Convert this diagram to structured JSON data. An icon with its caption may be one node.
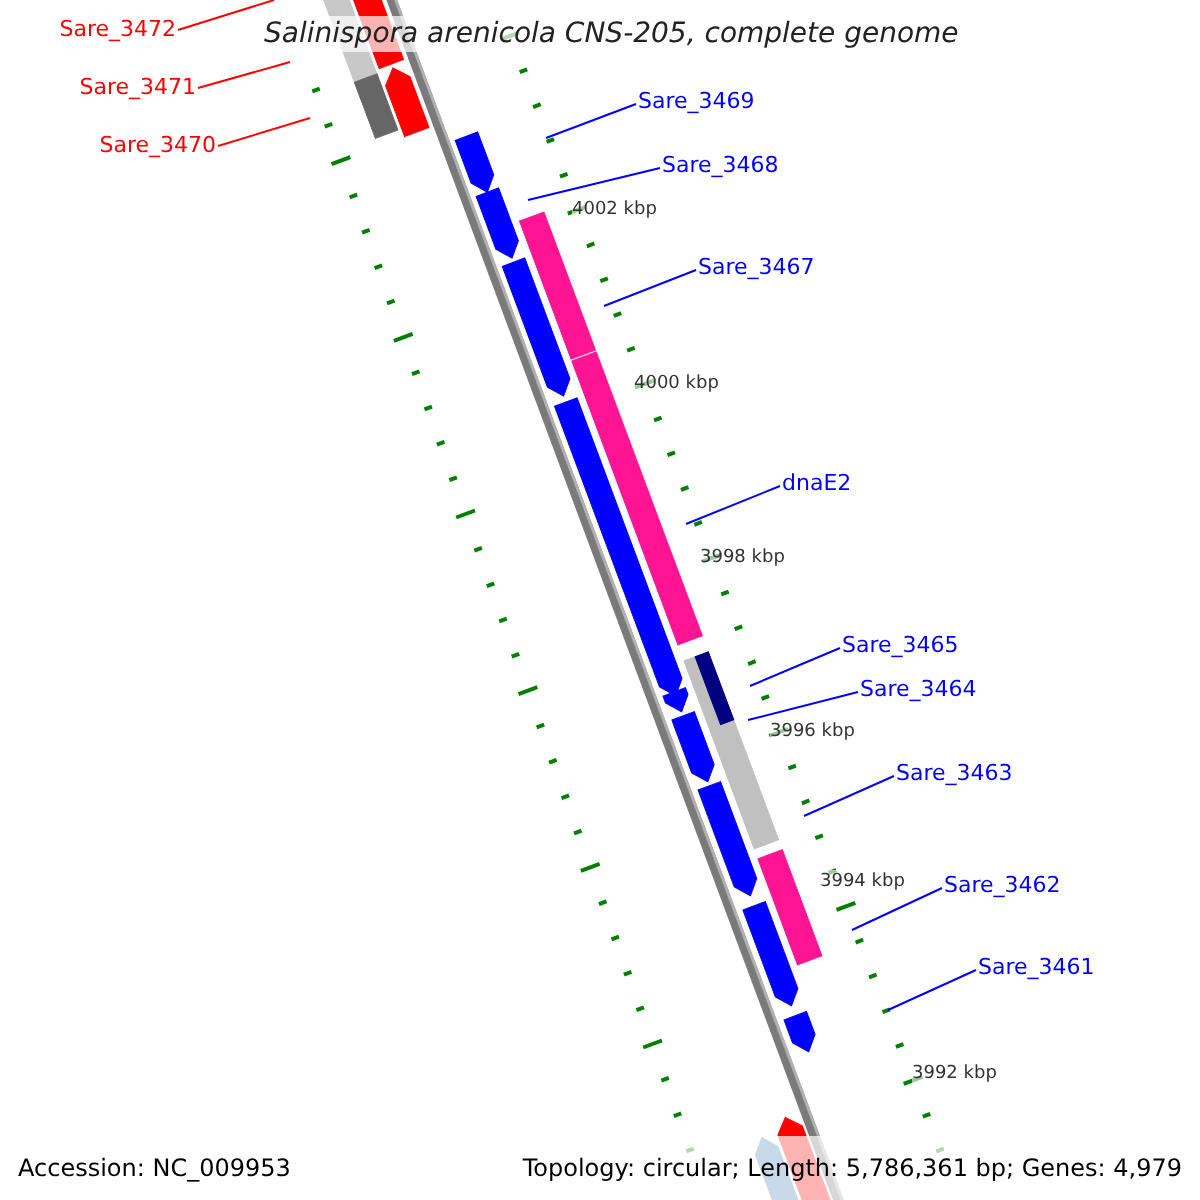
{
  "diagram": {
    "title": "Salinispora arenicola CNS-205, complete genome",
    "nodes": [
      {
        "text": [
          "Sare_3472"
        ]
      },
      {
        "text": [
          "Sare_3471"
        ]
      },
      {
        "text": [
          "Sare_3470"
        ]
      },
      {
        "text": [
          "Sare_3469"
        ]
      },
      {
        "text": [
          "Sare_3468"
        ]
      },
      {
        "text": [
          "Sare_3467"
        ]
      },
      {
        "text": [
          "dnaE2"
        ]
      },
      {
        "text": [
          "Sare_3465"
        ]
      },
      {
        "text": [
          "Sare_3464"
        ]
      },
      {
        "text": [
          "Sare_3463"
        ]
      },
      {
        "text": [
          "Sare_3462"
        ]
      },
      {
        "text": [
          "Sare_3461"
        ]
      }
    ],
    "edges": [
      {
        "from": 0,
        "to": null,
        "arrow": "none",
        "color": "#ff0000"
      },
      {
        "from": 1,
        "to": null,
        "arrow": "none",
        "color": "#ff0000"
      },
      {
        "from": 2,
        "to": null,
        "arrow": "none",
        "color": "#ff0000"
      },
      {
        "from": 3,
        "to": null,
        "arrow": "none"
      },
      {
        "from": 4,
        "to": null,
        "arrow": "none"
      },
      {
        "from": 5,
        "to": null,
        "arrow": "none"
      },
      {
        "from": 6,
        "to": null,
        "arrow": "none"
      },
      {
        "from": 7,
        "to": null,
        "arrow": "none"
      },
      {
        "from": 8,
        "to": null,
        "arrow": "none"
      },
      {
        "from": 9,
        "to": null,
        "arrow": "none"
      },
      {
        "from": 10,
        "to": null,
        "arrow": "none"
      },
      {
        "from": 11,
        "to": null,
        "arrow": "none"
      }
    ],
    "labels": [
      "4002 kbp",
      "4000 kbp",
      "3998 kbp",
      "3996 kbp",
      "3994 kbp",
      "3992 kbp",
      "Accession: NC_009953",
      "Topology: circular; Length: 5,786,361 bp; Genes: 4,979"
    ]
  }
}
